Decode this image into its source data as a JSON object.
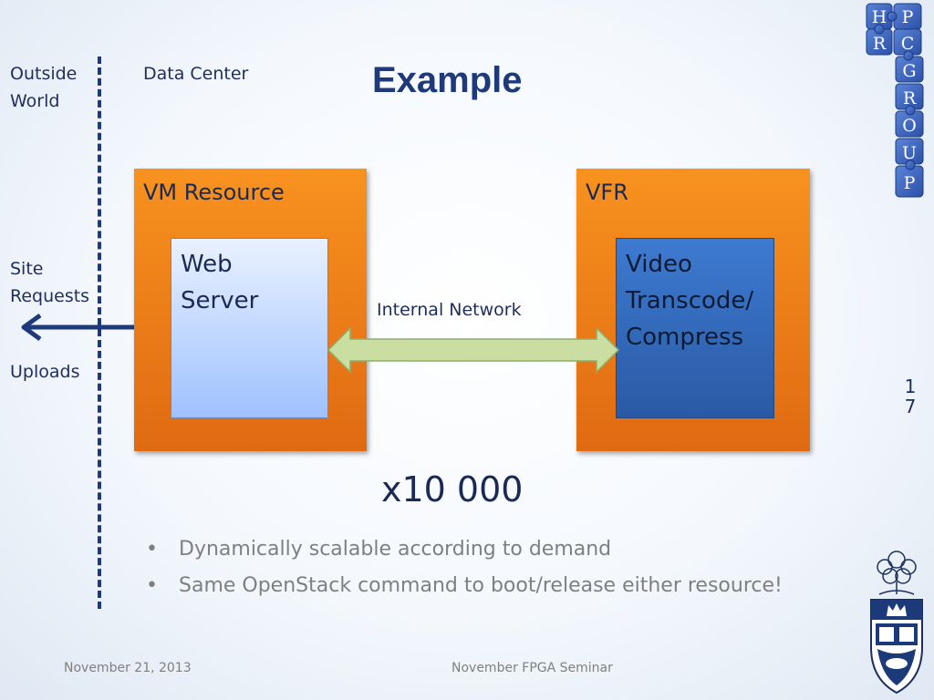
{
  "title": "Example",
  "left": {
    "outside_world": [
      "Outside",
      "World"
    ],
    "site_requests": [
      "Site",
      "Requests"
    ],
    "uploads": "Uploads"
  },
  "data_center": "Data Center",
  "vm_resource": {
    "title": "VM Resource",
    "inner": [
      "Web",
      "Server"
    ]
  },
  "vfr": {
    "title": "VFR",
    "inner": [
      "Video",
      "Transcode/",
      "Compress"
    ]
  },
  "internal_network": "Internal Network",
  "multiplier": "x10 000",
  "bullets": [
    "Dynamically scalable according to demand",
    "Same OpenStack command to boot/release either resource!"
  ],
  "bullet_glyph": "•",
  "footer": {
    "date": "November 21, 2013",
    "event": "November FPGA Seminar"
  },
  "page_number": [
    "1",
    "7"
  ],
  "logo": {
    "letters": [
      "H",
      "P",
      "R",
      "C",
      "G",
      "R",
      "O",
      "U",
      "P"
    ]
  },
  "colors": {
    "orange": "#f58a1f",
    "navy": "#1f3a7a",
    "arrow_green": "#c9dea0"
  }
}
